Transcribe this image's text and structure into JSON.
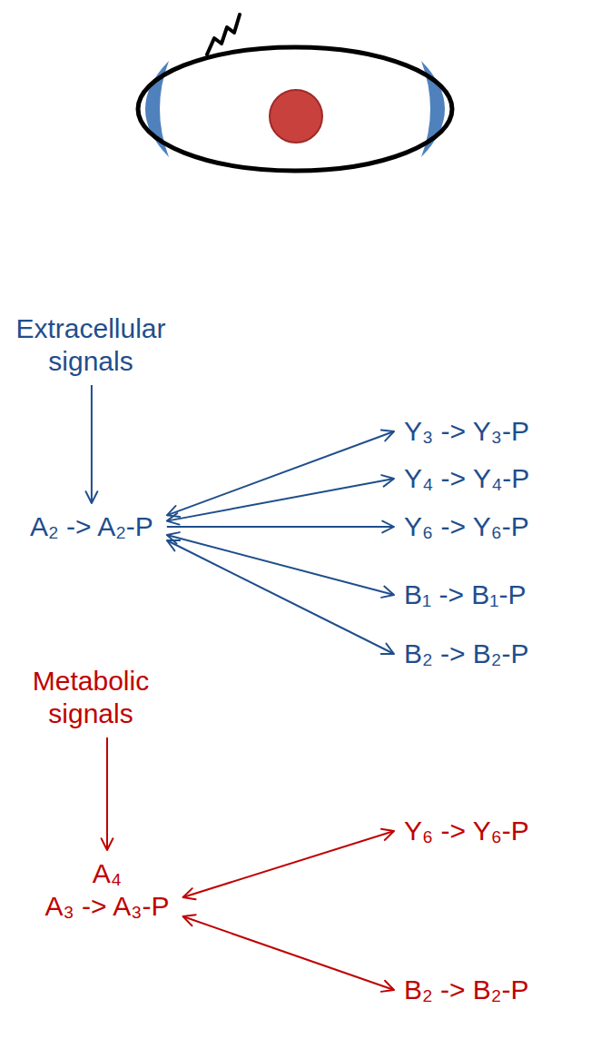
{
  "diagram": {
    "nodes": [
      {
        "text": [
          "Extracellular signals"
        ]
      },
      {
        "text": [
          "A₂ -> A₂-P"
        ]
      },
      {
        "text": [
          "Y₃ -> Y₃-P"
        ]
      },
      {
        "text": [
          "Y₄ -> Y₄-P"
        ]
      },
      {
        "text": [
          "Y₆ -> Y₆-P"
        ]
      },
      {
        "text": [
          "B₁ -> B₁-P"
        ]
      },
      {
        "text": [
          "B₂ -> B₂-P"
        ]
      },
      {
        "text": [
          "Metabolic signals"
        ]
      },
      {
        "text": [
          "A₄",
          "A₃ -> A₃-P"
        ]
      },
      {
        "text": [
          "Y₆ -> Y₆-P"
        ]
      },
      {
        "text": [
          "B₂ -> B₂-P"
        ]
      }
    ],
    "edges": [
      {
        "from": 0,
        "to": 1,
        "arrow": "to"
      },
      {
        "from": 1,
        "to": 2,
        "arrow": "both"
      },
      {
        "from": 1,
        "to": 3,
        "arrow": "both"
      },
      {
        "from": 1,
        "to": 4,
        "arrow": "to"
      },
      {
        "from": 1,
        "to": 5,
        "arrow": "both"
      },
      {
        "from": 1,
        "to": 6,
        "arrow": "both"
      },
      {
        "from": 7,
        "to": 8,
        "arrow": "to"
      },
      {
        "from": 8,
        "to": 9,
        "arrow": "both"
      },
      {
        "from": 8,
        "to": 10,
        "arrow": "both"
      }
    ]
  }
}
